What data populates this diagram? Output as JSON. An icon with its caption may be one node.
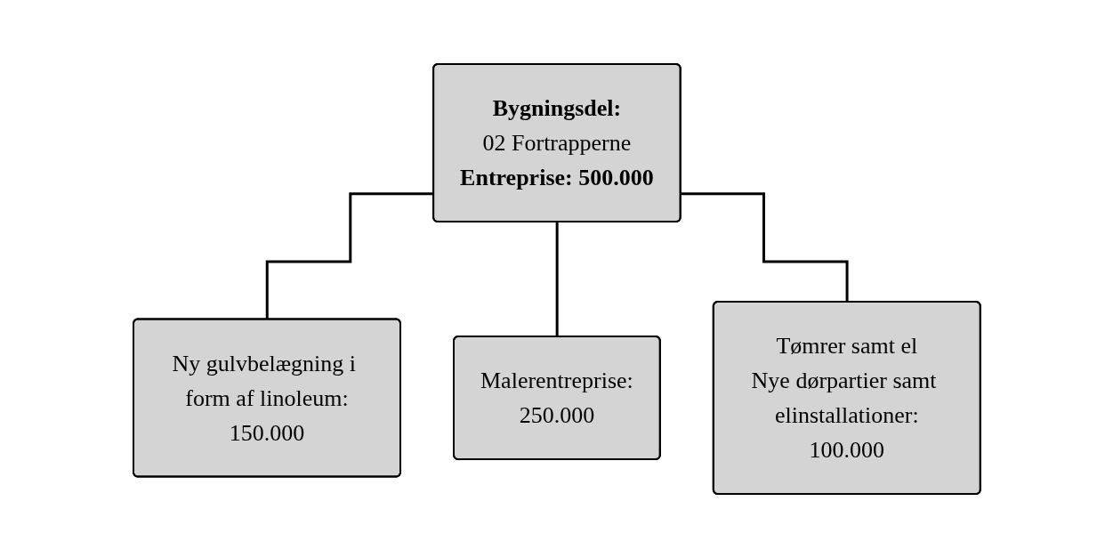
{
  "diagram": {
    "nodes": [
      {
        "text": [
          "Bygningsdel:",
          "02 Fortrapperne",
          "Entreprise: 500.000"
        ]
      },
      {
        "text": [
          "Ny gulvbelægning i form af linoleum:",
          "150.000"
        ]
      },
      {
        "text": [
          "Malerentreprise:",
          "250.000"
        ]
      },
      {
        "text": [
          "Tømrer samt el",
          "Nye dørpartier samt elinstallationer:",
          "100.000"
        ]
      }
    ],
    "edges": [
      {
        "from": 0,
        "to": 1,
        "arrow": "none"
      },
      {
        "from": 0,
        "to": 2,
        "arrow": "none"
      },
      {
        "from": 0,
        "to": 3,
        "arrow": "none"
      }
    ]
  }
}
